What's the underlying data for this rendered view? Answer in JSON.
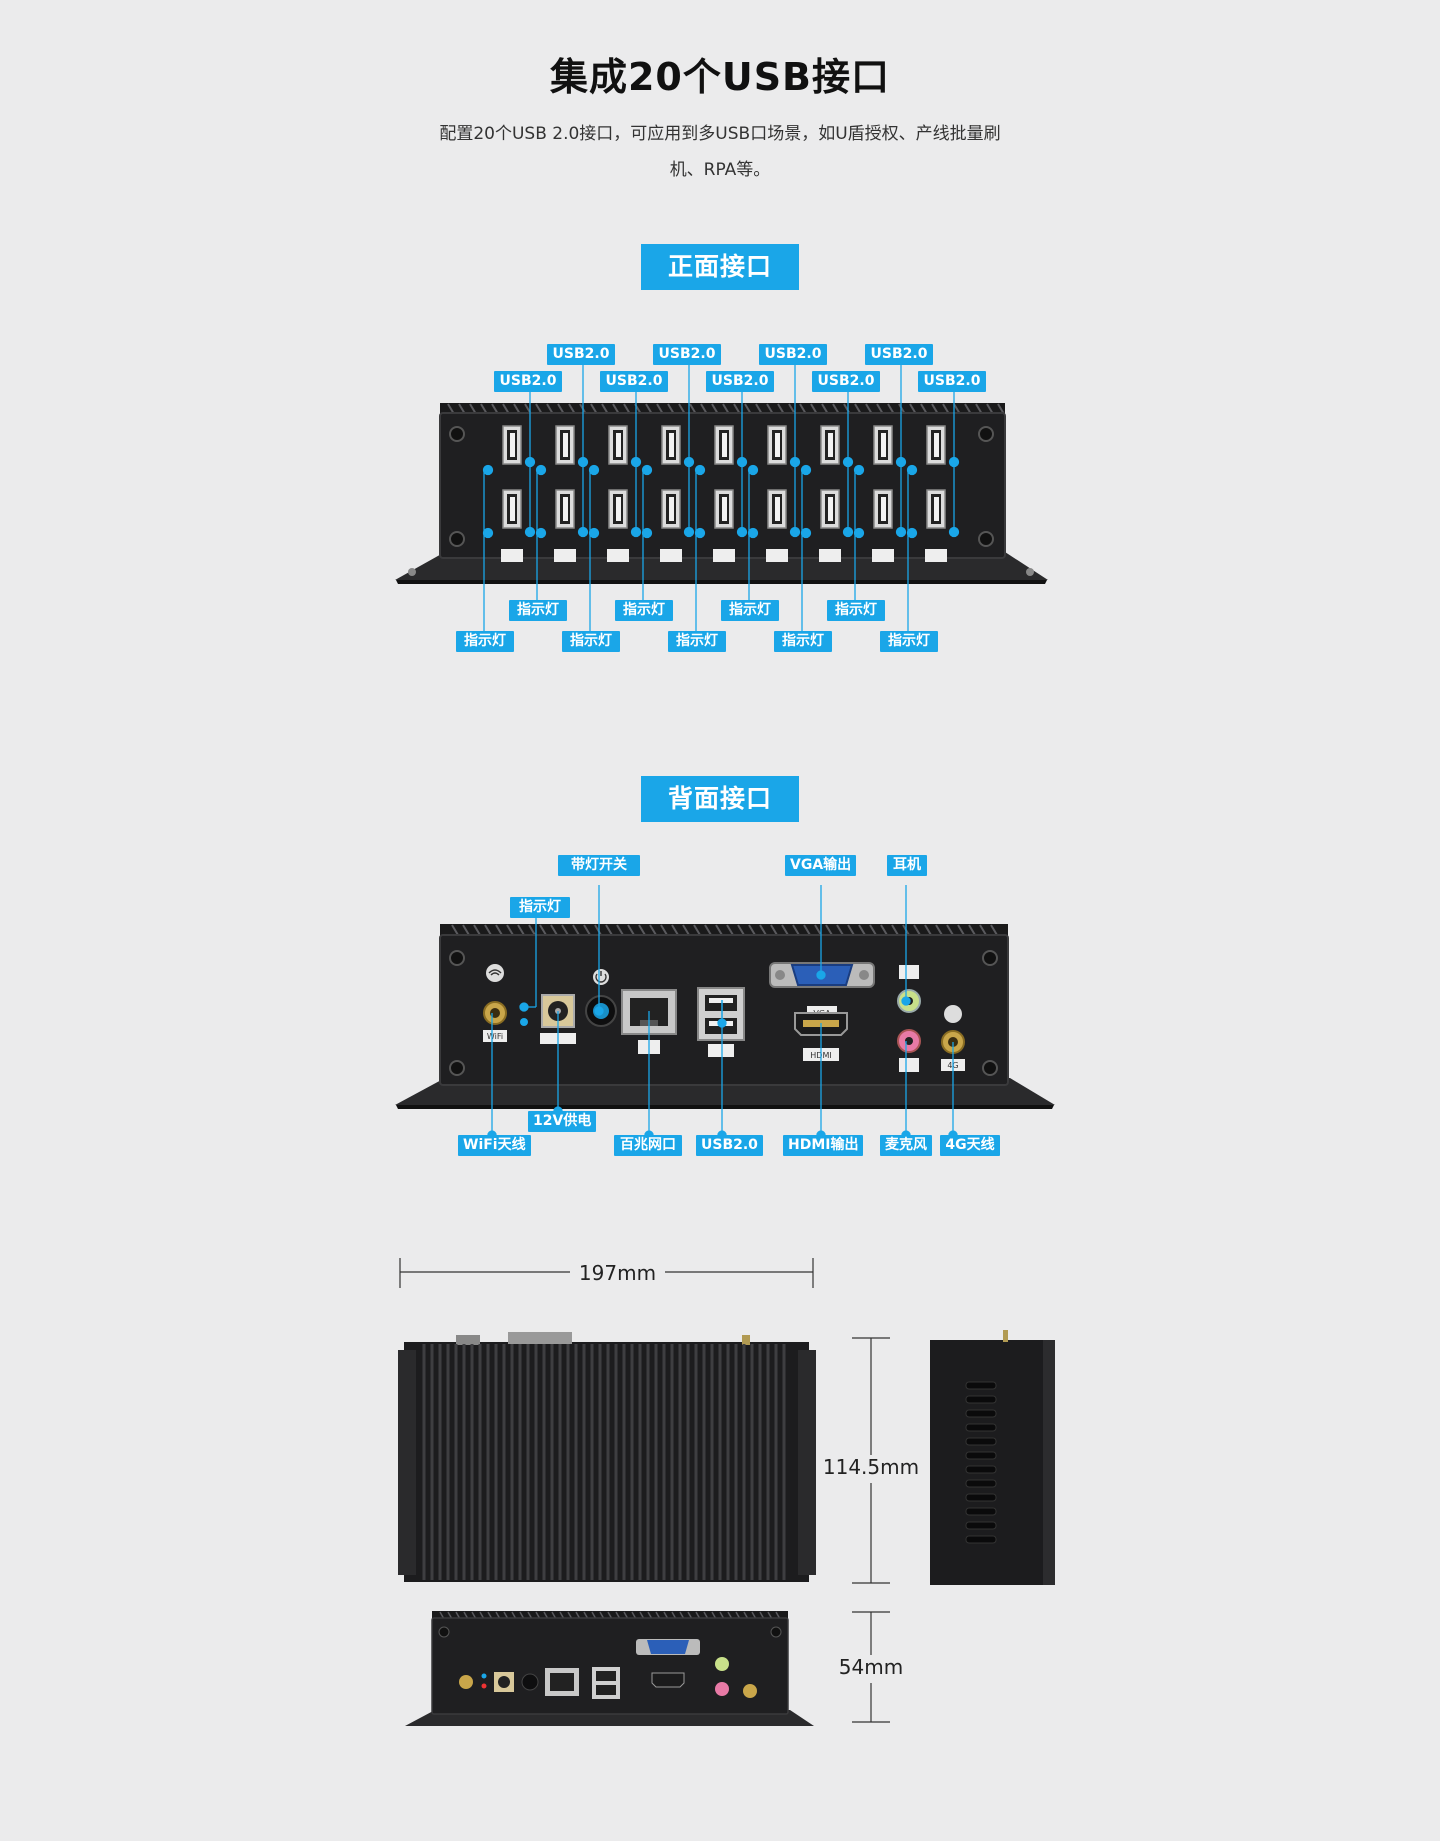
{
  "header": {
    "title": "集成20个USB接口",
    "description_line1": "配置20个USB 2.0接口，可应用到多USB口场景，如U盾授权、产线批量刷",
    "description_line2": "机、RPA等。"
  },
  "front": {
    "section_title": "正面接口",
    "usb_labels": [
      "USB2.0",
      "USB2.0",
      "USB2.0",
      "USB2.0",
      "USB2.0",
      "USB2.0",
      "USB2.0",
      "USB2.0",
      "USB2.0"
    ],
    "indicator_labels": [
      "指示灯",
      "指示灯",
      "指示灯",
      "指示灯",
      "指示灯",
      "指示灯",
      "指示灯",
      "指示灯",
      "指示灯"
    ]
  },
  "back": {
    "section_title": "背面接口",
    "labels": {
      "power_switch": "带灯开关",
      "indicator": "指示灯",
      "vga_out": "VGA输出",
      "headphone": "耳机",
      "power_12v": "12V供电",
      "wifi_antenna": "WiFi天线",
      "ethernet": "百兆网口",
      "usb": "USB2.0",
      "hdmi_out": "HDMI输出",
      "microphone": "麦克风",
      "antenna_4g": "4G天线"
    },
    "panel_text": {
      "vga": "VGA",
      "hdmi": "HDMI",
      "wifi": "WiFi",
      "g4": "4G"
    }
  },
  "dimensions": {
    "width": "197mm",
    "depth": "114.5mm",
    "height": "54mm"
  },
  "colors": {
    "accent": "#1aa6e8",
    "background": "#ebebec",
    "device": "#1c1c1e"
  }
}
